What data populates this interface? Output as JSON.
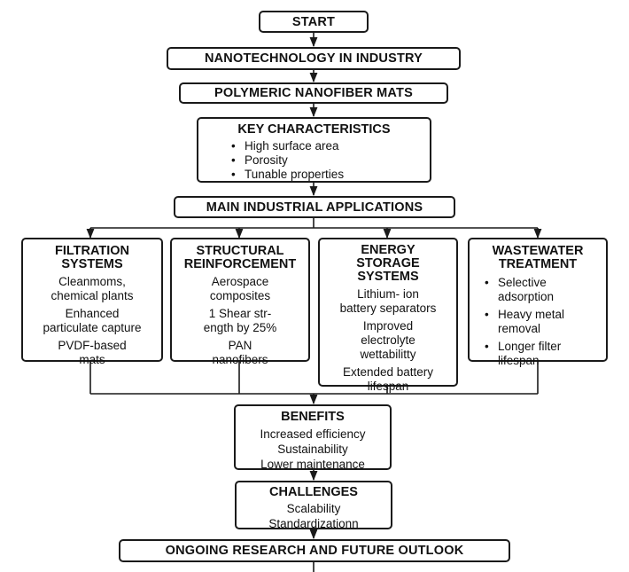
{
  "start": "START",
  "industry": "NANOTECHNOLOGY IN INDUSTRY",
  "mats": "POLYMERIC NANOFIBER MATS",
  "characteristics": {
    "title": "KEY CHARACTERISTICS",
    "items": [
      "High surface area",
      "Porosity",
      "Tunable properties"
    ]
  },
  "applications": "MAIN INDUSTRIAL APPLICATIONS",
  "filtration": {
    "title": [
      "FILTRATION",
      "SYSTEMS"
    ],
    "lines": [
      [
        "Cleanmoms,",
        "chemical plants"
      ],
      [
        "Enhanced",
        "particulate capture"
      ],
      [
        "PVDF-based",
        "mats"
      ]
    ]
  },
  "structural": {
    "title": [
      "STRUCTURAL",
      "REINFORCEMENT"
    ],
    "lines": [
      [
        "Aerospace",
        "composites"
      ],
      [
        "1 Shear str-",
        "ength by 25%"
      ],
      [
        "PAN",
        "nanofibers"
      ]
    ]
  },
  "energy": {
    "title": [
      "ENERGY",
      "STORAGE",
      "SYSTEMS"
    ],
    "lines": [
      [
        "Lithium- ion",
        "battery separators"
      ],
      [
        "Improved",
        "electrolyte",
        "wettabilitty"
      ],
      [
        "Extended battery",
        "lifespan"
      ]
    ]
  },
  "wastewater": {
    "title": [
      "WASTEWATER",
      "TREATMENT"
    ],
    "items": [
      [
        "Selective",
        "adsorption"
      ],
      [
        "Heavy metal",
        "removal"
      ],
      [
        "Longer filter",
        "lifespan"
      ]
    ]
  },
  "benefits": {
    "title": "BENEFITS",
    "items": [
      "Increased efficiency",
      "Sustainability",
      "Lower maintenance"
    ]
  },
  "challenges": {
    "title": "CHALLENGES",
    "items": [
      "Scalability",
      "Standardizationn"
    ]
  },
  "outlook": "ONGOING RESEARCH AND FUTURE OUTLOOK"
}
